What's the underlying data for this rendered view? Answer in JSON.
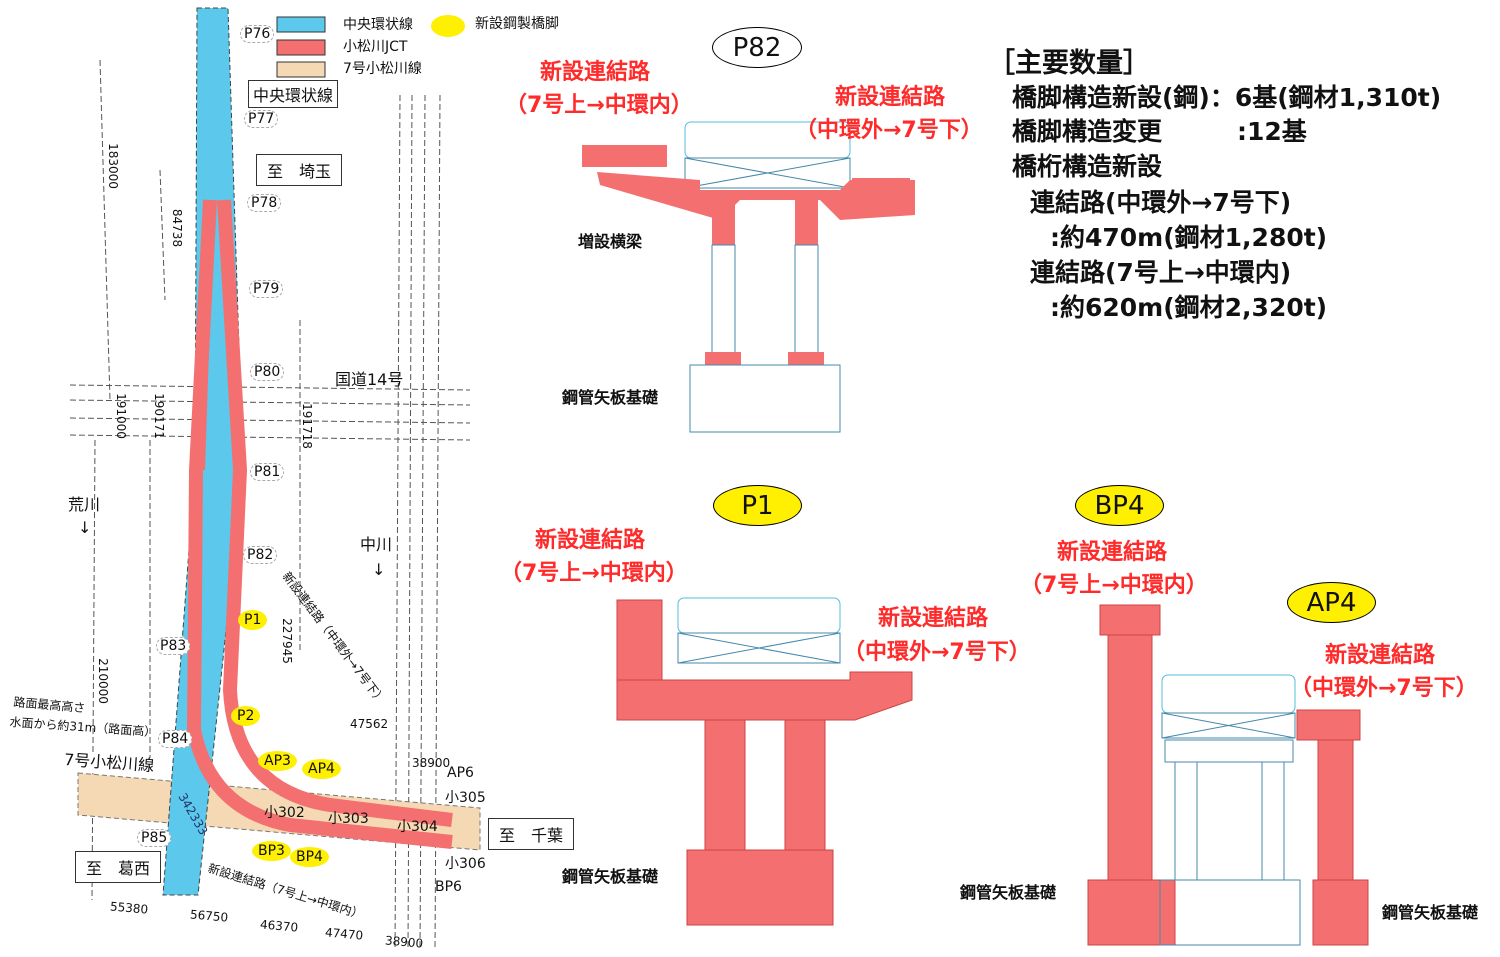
{
  "legend": {
    "items": [
      {
        "label": "中央環状線",
        "color": "#5bc8ec"
      },
      {
        "label": "小松川JCT",
        "color": "#f47070"
      },
      {
        "label": "7号小松川線",
        "color": "#f5d9b4"
      }
    ],
    "new_pier_label": "新設鋼製橋脚",
    "new_pier_color": "#ffef00"
  },
  "map": {
    "piers": [
      "P76",
      "P77",
      "P78",
      "P79",
      "P80",
      "P81",
      "P82",
      "P83",
      "P84",
      "P85"
    ],
    "new_piers": [
      "P1",
      "P2",
      "AP3",
      "AP4",
      "BP3",
      "BP4"
    ],
    "other_piers": [
      "AP6",
      "小305",
      "小306",
      "BP6",
      "小302",
      "小303",
      "小304"
    ],
    "boxes": {
      "chuo": "中央環状線",
      "saitama": "至　埼玉",
      "chiba": "至　千葉",
      "kasai": "至　葛西"
    },
    "labels": {
      "route14": "国道14号",
      "arakawa": "荒川",
      "nakagawa": "中川",
      "arrow": "↓",
      "komatsugawa": "7号小松川線",
      "height1": "路面最高高さ",
      "height2": "水面から約31m（路面高）",
      "link_out": "新設連結路（中環外→7号下）",
      "link_in": "新設連結路（7号上→中環内）"
    },
    "dims": [
      "183000",
      "84738",
      "191000",
      "190171",
      "191718",
      "210000",
      "227945",
      "47562",
      "38900",
      "342333",
      "55380",
      "56750",
      "46370",
      "47470",
      "38900"
    ]
  },
  "sections": {
    "p82": {
      "title": "P82",
      "link_a": "新設連結路",
      "link_a_dir": "（7号上→中環内）",
      "link_b": "新設連結路",
      "link_b_dir": "（中環外→7号下）",
      "beam_label": "増設横梁",
      "foundation": "鋼管矢板基礎"
    },
    "p1": {
      "title": "P1",
      "link_a": "新設連結路",
      "link_a_dir": "（7号上→中環内）",
      "link_b": "新設連結路",
      "link_b_dir": "（中環外→7号下）",
      "foundation": "鋼管矢板基礎"
    },
    "bp4": {
      "title": "BP4",
      "link": "新設連結路",
      "link_dir": "（7号上→中環内）",
      "foundation": "鋼管矢板基礎"
    },
    "ap4": {
      "title": "AP4",
      "link": "新設連結路",
      "link_dir": "（中環外→7号下）",
      "foundation": "鋼管矢板基礎"
    }
  },
  "quantities": {
    "heading": "［主要数量］",
    "lines": [
      "橋脚構造新設(鋼)：6基(鋼材1,310t)",
      "橋脚構造変更　　　:12基",
      "橋桁構造新設",
      "連結路(中環外→7号下)",
      ":約470m(鋼材1,280t)",
      "連結路(7号上→中環内)",
      ":約620m(鋼材2,320t)"
    ]
  }
}
